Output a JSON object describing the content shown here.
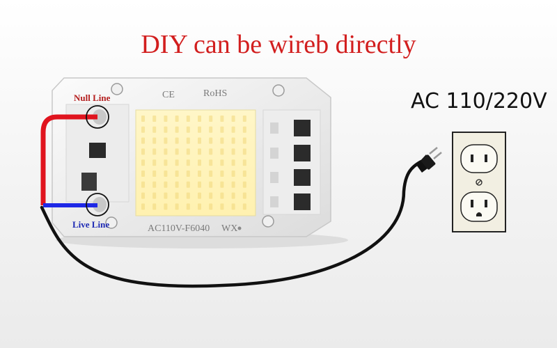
{
  "title": "DIY can be wireb directly",
  "ac_label": "AC 110/220V",
  "board": {
    "ce_mark": "CE",
    "rohs_mark": "RoHS",
    "model_text": "AC110V-F6040",
    "code_text": "WX"
  },
  "labels": {
    "null_line": "Null Line",
    "live_line": "Live Line"
  },
  "colors": {
    "title": "#d21e1e",
    "null_wire": "#e0141e",
    "live_wire": "#1e28e6",
    "label_null": "#b41e1e",
    "label_live": "#1e2ab4",
    "cord": "#111111"
  },
  "icons": {
    "plug": "plug-icon",
    "outlet": "outlet-icon"
  }
}
